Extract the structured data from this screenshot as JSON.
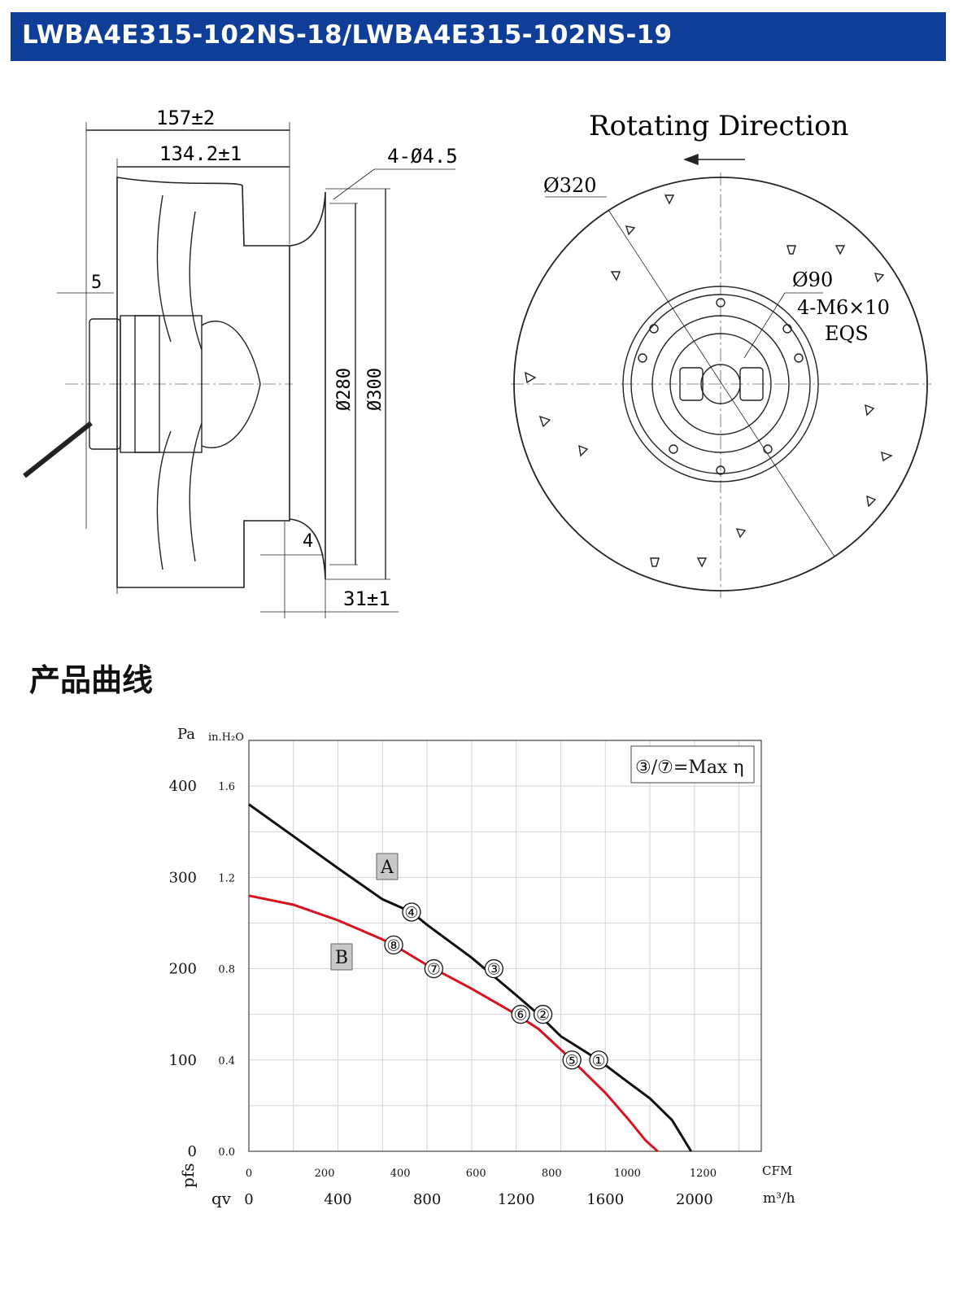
{
  "header": {
    "title": "LWBA4E315-102NS-18/LWBA4E315-102NS-19"
  },
  "side_view": {
    "dim_total": "157±2",
    "dim_body": "134.2±1",
    "dim_holes": "4-Ø4.5",
    "dim_offset": "5",
    "dim_inlet_gap": "4",
    "dim_inlet_depth": "31±1",
    "dia_280": "Ø280",
    "dia_300": "Ø300"
  },
  "front_view": {
    "rotating_label": "Rotating Direction",
    "dia_320": "Ø320",
    "dia_90": "Ø90",
    "screws": "4-M6×10",
    "eqs": "EQS"
  },
  "section": {
    "title": "产品曲线"
  },
  "chart_data": {
    "type": "line",
    "title": "",
    "legend_note": "③/⑦=Max η",
    "y_left_unit": "Pa",
    "y_right_unit": "in.H₂O",
    "y_pa_ticks": [
      "0",
      "100",
      "200",
      "300",
      "400"
    ],
    "y_inh2o_ticks": [
      "0.0",
      "0.4",
      "0.8",
      "1.2",
      "1.6"
    ],
    "cfm_unit": "CFM",
    "cfm_ticks": [
      "0",
      "200",
      "400",
      "600",
      "800",
      "1000",
      "1200"
    ],
    "m3h_unit": "m³/h",
    "m3h_ticks": [
      "0",
      "400",
      "800",
      "1200",
      "1600",
      "2000"
    ],
    "y_axis_symbol": "pfs",
    "x_axis_symbol": "qv",
    "xlim_m3h": [
      0,
      2300
    ],
    "ylim_pa": [
      0,
      450
    ],
    "series": [
      {
        "name": "A",
        "color": "#111111",
        "x": [
          0,
          200,
          400,
          600,
          730,
          800,
          1000,
          1200,
          1300,
          1400,
          1570,
          1700,
          1800,
          1900,
          1985
        ],
        "y": [
          380,
          345,
          310,
          276,
          262,
          248,
          212,
          171,
          150,
          126,
          100,
          76,
          58,
          34,
          0
        ],
        "points": [
          {
            "label": "①",
            "x": 1570,
            "y": 100
          },
          {
            "label": "②",
            "x": 1320,
            "y": 150
          },
          {
            "label": "③",
            "x": 1100,
            "y": 200
          },
          {
            "label": "④",
            "x": 730,
            "y": 262
          }
        ]
      },
      {
        "name": "B",
        "color": "#d6131f",
        "x": [
          0,
          200,
          400,
          600,
          650,
          800,
          1000,
          1200,
          1300,
          1450,
          1600,
          1700,
          1780,
          1835
        ],
        "y": [
          280,
          270,
          253,
          232,
          226,
          204,
          178,
          150,
          134,
          100,
          64,
          36,
          12,
          0
        ],
        "points": [
          {
            "label": "⑤",
            "x": 1450,
            "y": 100
          },
          {
            "label": "⑥",
            "x": 1220,
            "y": 150
          },
          {
            "label": "⑦",
            "x": 830,
            "y": 200
          },
          {
            "label": "⑧",
            "x": 650,
            "y": 226
          }
        ]
      }
    ]
  }
}
